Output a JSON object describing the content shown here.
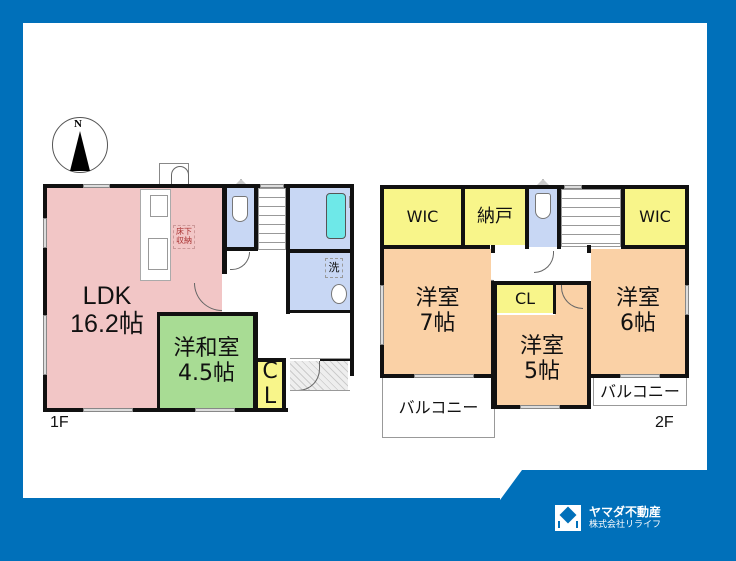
{
  "floor_plan": {
    "floor1": {
      "label": "1F",
      "rooms": {
        "ldk": {
          "name": "LDK",
          "size": "16.2帖"
        },
        "western_japanese": {
          "name": "洋和室",
          "size": "4.5帖"
        },
        "closet": {
          "name_c": "C",
          "name_l": "L"
        },
        "underfloor_storage": {
          "line1": "床下",
          "line2": "収納"
        },
        "washroom": {
          "name": "洗"
        }
      }
    },
    "floor2": {
      "label": "2F",
      "rooms": {
        "wic_left": {
          "name": "WIC"
        },
        "storage": {
          "name": "納戸"
        },
        "wic_right": {
          "name": "WIC"
        },
        "room7": {
          "name": "洋室",
          "size": "7帖"
        },
        "room5": {
          "name": "洋室",
          "size": "5帖"
        },
        "room6": {
          "name": "洋室",
          "size": "6帖"
        },
        "closet": {
          "name": "CL"
        },
        "balcony_left": {
          "name": "バルコニー"
        },
        "balcony_right": {
          "name": "バルコニー"
        }
      }
    },
    "compass": {
      "label": "N"
    }
  },
  "branding": {
    "company": "ヤマダ不動産",
    "subsidiary": "株式会社リライフ"
  },
  "colors": {
    "frame": "#0070BA",
    "ldk": "#F2C6C6",
    "japanese_room": "#A8DC94",
    "wet_rooms": "#C8D7F4",
    "storage": "#F8F58A",
    "bedrooms": "#FAD1A6",
    "bathtub": "#6EE8E8"
  }
}
